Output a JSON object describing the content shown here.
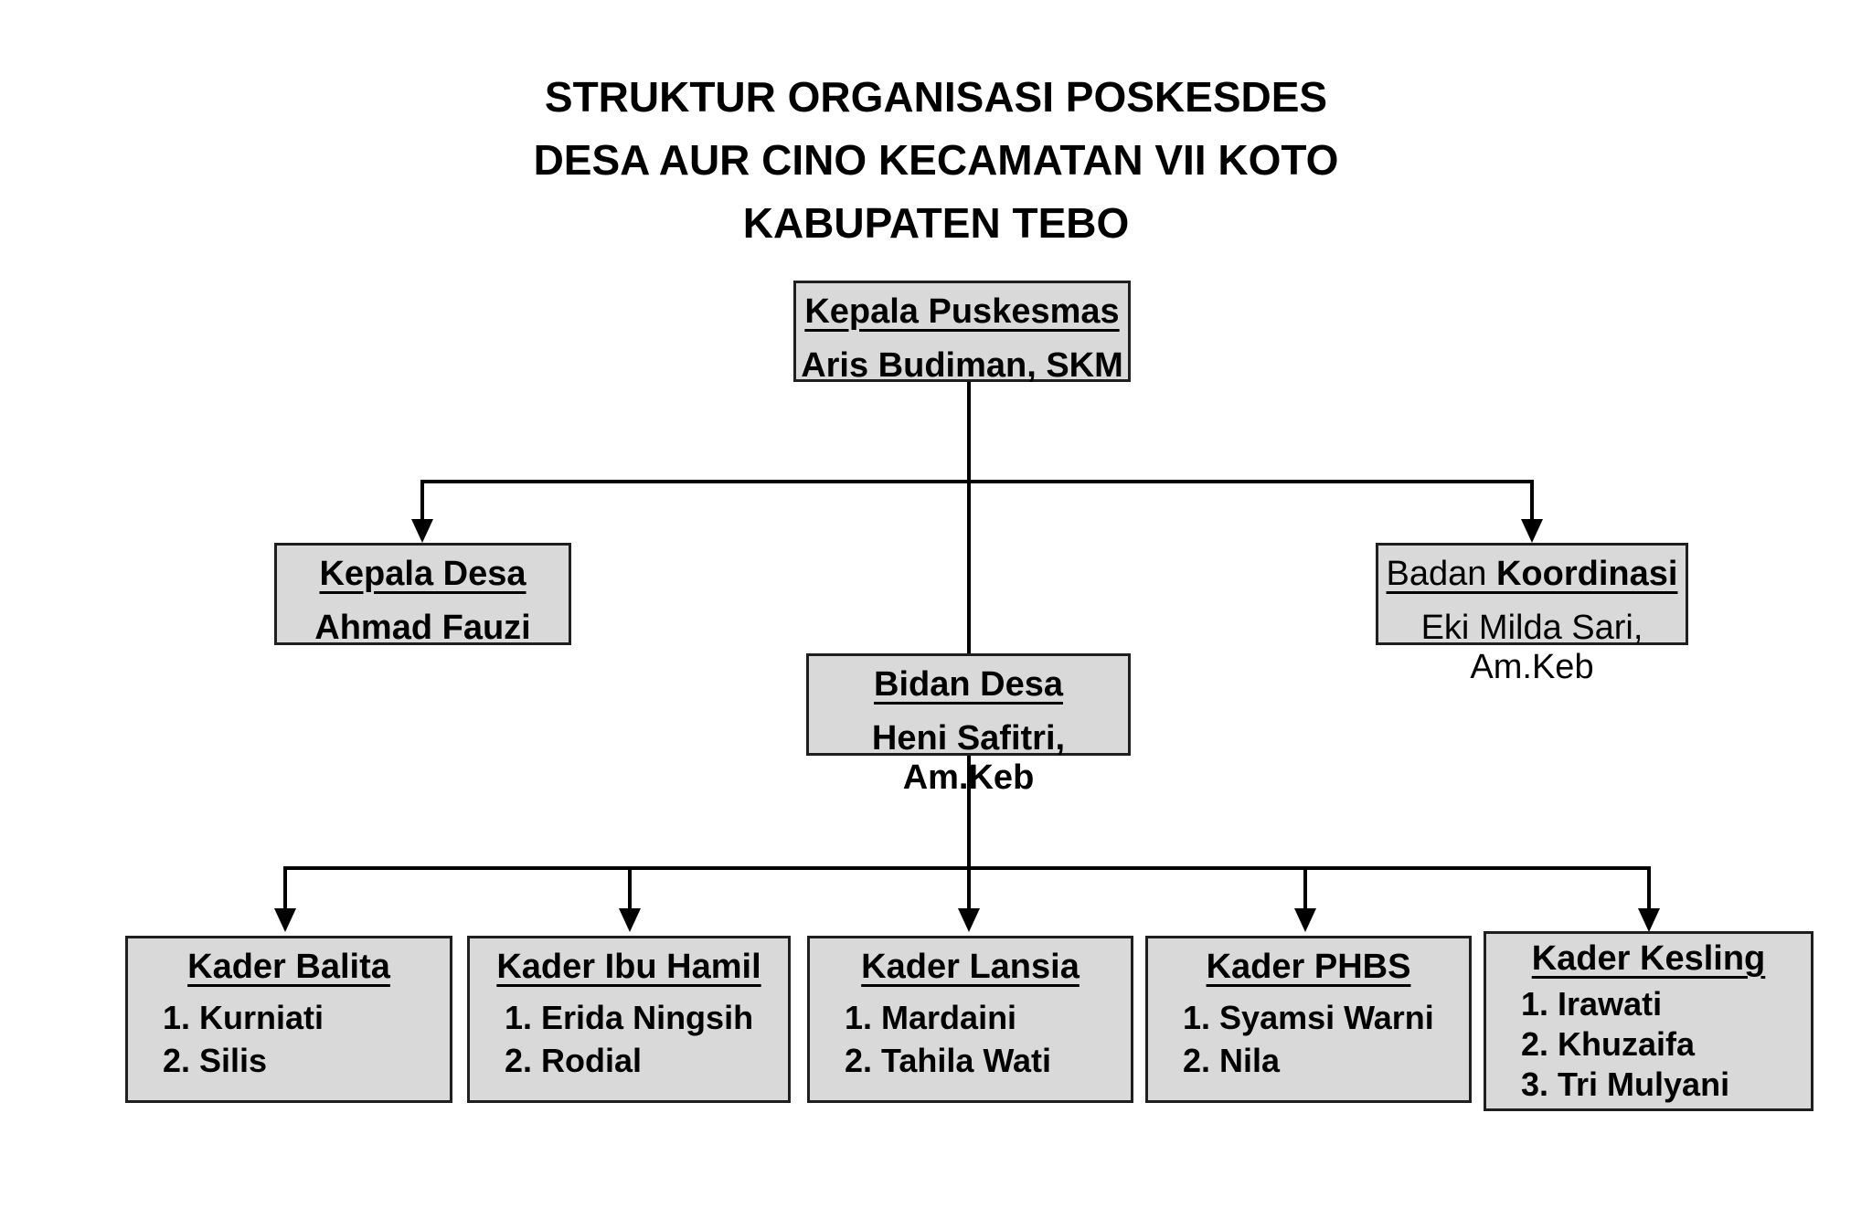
{
  "title": {
    "line1": "STRUKTUR ORGANISASI POSKESDES",
    "line2": "DESA AUR CINO KECAMATAN VII KOTO",
    "line3": "KABUPATEN TEBO"
  },
  "colors": {
    "background": "#ffffff",
    "box_fill": "#d9d9d9",
    "box_border": "#1f1f1f",
    "connector_line": "#000000",
    "text": "#000000"
  },
  "org": {
    "kepala_puskesmas": {
      "role": "Kepala Puskesmas",
      "name": "Aris Budiman, SKM"
    },
    "kepala_desa": {
      "role": "Kepala Desa",
      "name": "Ahmad Fauzi"
    },
    "badan_koordinasi": {
      "role_regular": "Badan ",
      "role_bold": "Koordinasi",
      "name": "Eki Milda Sari, Am.Keb"
    },
    "bidan_desa": {
      "role": "Bidan Desa",
      "name": "Heni Safitri, Am.Keb"
    },
    "kader": [
      {
        "role": "Kader Balita",
        "members": [
          "Kurniati",
          "Silis"
        ]
      },
      {
        "role": "Kader Ibu Hamil",
        "members": [
          "Erida Ningsih",
          "Rodial"
        ]
      },
      {
        "role": "Kader Lansia",
        "members": [
          "Mardaini",
          "Tahila Wati"
        ]
      },
      {
        "role": "Kader PHBS",
        "members": [
          "Syamsi Warni",
          "Nila"
        ]
      },
      {
        "role": "Kader Kesling",
        "members": [
          "Irawati",
          "Khuzaifa",
          "Tri Mulyani"
        ]
      }
    ]
  }
}
